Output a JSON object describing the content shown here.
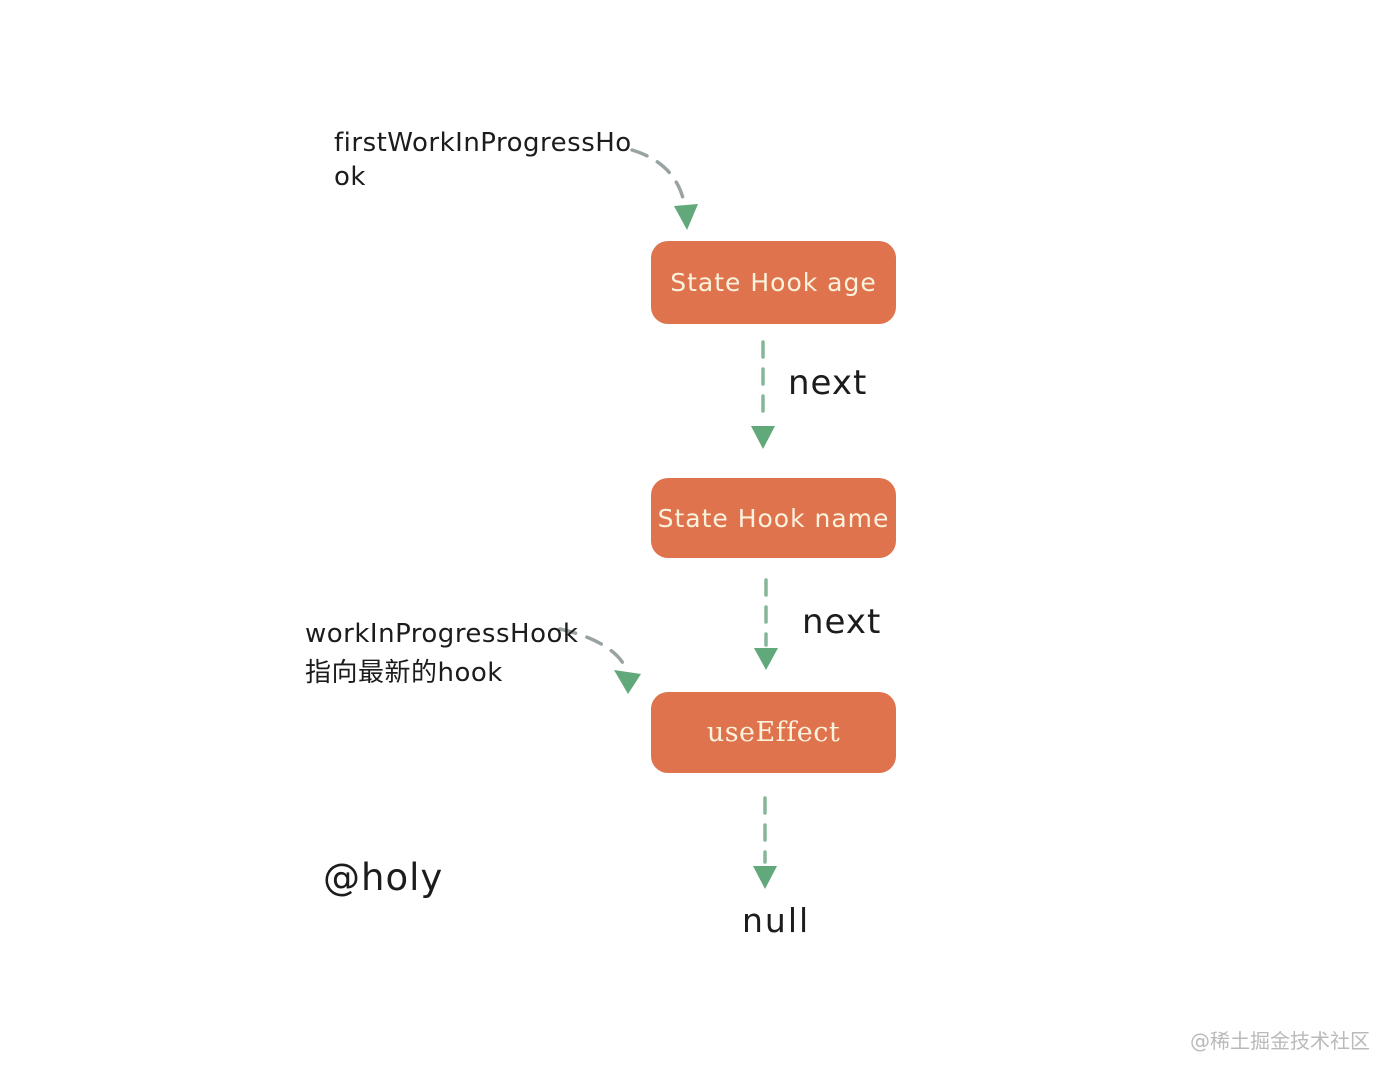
{
  "colors": {
    "background": "#ffffff",
    "node-fill": "#df734e",
    "node-text": "#faf2dc",
    "arrow-green": "#61a87a",
    "arrow-green-dash": "#85b697",
    "arrow-gray-dash": "#9aa3a3",
    "text-dark": "#1c1c1c",
    "watermark-gray": "#b9bab9"
  },
  "diagram": {
    "pointer_labels": {
      "first_hook": "firstWorkInProgressHook",
      "wip_hook_line1": "workInProgressHook",
      "wip_hook_line2": "指向最新的hook"
    },
    "nodes": [
      {
        "label": "State Hook age"
      },
      {
        "label": "State Hook name"
      },
      {
        "label": "useEffect"
      }
    ],
    "edge_labels": {
      "next1": "next",
      "next2": "next"
    },
    "terminal": "null"
  },
  "signature": "@holy",
  "watermark": "@稀土掘金技术社区"
}
